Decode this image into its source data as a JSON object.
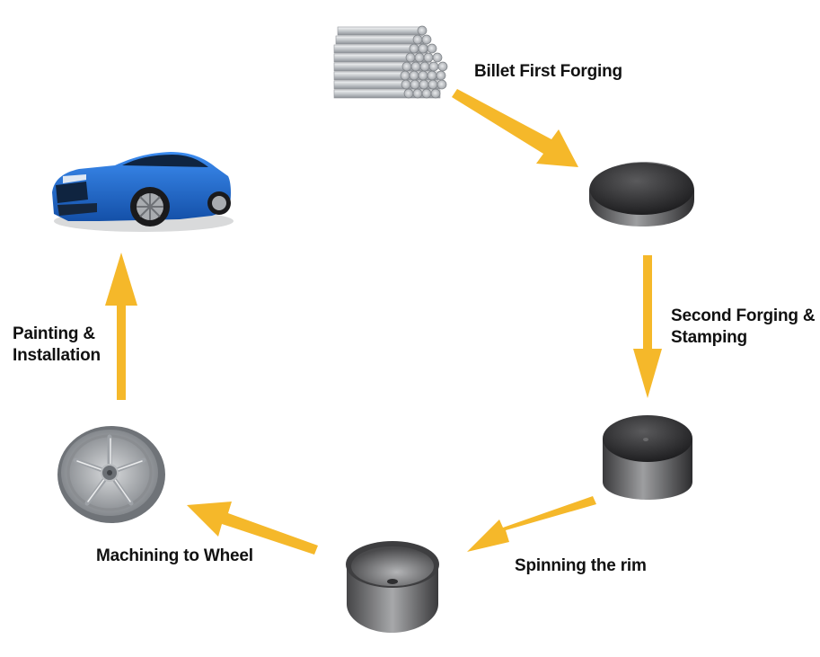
{
  "colors": {
    "arrow": "#f5b82a",
    "car_body": "#1f6fd1",
    "metal": "#8e9399"
  },
  "steps": [
    {
      "id": "billet",
      "icon": "steel-bars-icon",
      "label": "Billet First Forging"
    },
    {
      "id": "second-forging",
      "icon": "forged-disc-icon",
      "label_lines": [
        "Second Forging &",
        "Stamping"
      ]
    },
    {
      "id": "spinning",
      "icon": "stamped-blank-icon",
      "label": "Spinning the rim"
    },
    {
      "id": "machining",
      "icon": "spun-rim-icon",
      "label": "Machining to Wheel"
    },
    {
      "id": "painting",
      "icon": "wheel-icon",
      "label_lines": [
        "Painting &",
        "Installation"
      ]
    },
    {
      "id": "installed",
      "icon": "blue-car-icon"
    }
  ]
}
